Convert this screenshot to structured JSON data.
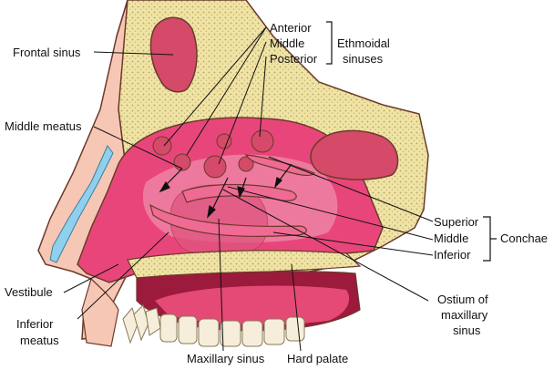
{
  "labels": {
    "frontal_sinus": "Frontal sinus",
    "anterior": "Anterior",
    "middle": "Middle",
    "posterior": "Posterior",
    "ethmoidal_line1": "Ethmoidal",
    "ethmoidal_line2": "sinuses",
    "middle_meatus": "Middle meatus",
    "superior": "Superior",
    "middle_concha": "Middle",
    "inferior": "Inferior",
    "conchae": "Conchae",
    "vestibule": "Vestibule",
    "inferior_meatus_line1": "Inferior",
    "inferior_meatus_line2": "meatus",
    "ostium_line1": "Ostium of",
    "ostium_line2": "maxillary",
    "ostium_line3": "sinus",
    "maxillary_sinus": "Maxillary sinus",
    "hard_palate": "Hard palate"
  },
  "colors": {
    "bone": "#efe3a6",
    "bone_dots": "#b8a45a",
    "mucosa": "#e8467a",
    "mucosa_light": "#f29bb8",
    "sinus": "#d44a68",
    "cartilage": "#8fd1ec",
    "outline": "#6b3a2a"
  }
}
